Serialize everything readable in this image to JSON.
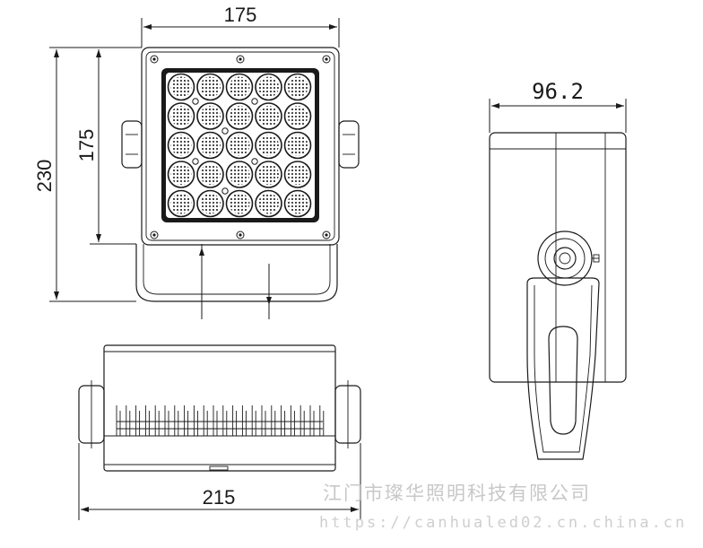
{
  "dimensions": {
    "front_width": "175",
    "front_height": "175",
    "total_height": "230",
    "side_depth": "96.2",
    "bottom_width": "215"
  },
  "watermark": {
    "company": "江门市璨华照明科技有限公司",
    "url": "https://canhualed02.cn.china.cn"
  },
  "led_grid": {
    "rows": 5,
    "cols": 5
  }
}
